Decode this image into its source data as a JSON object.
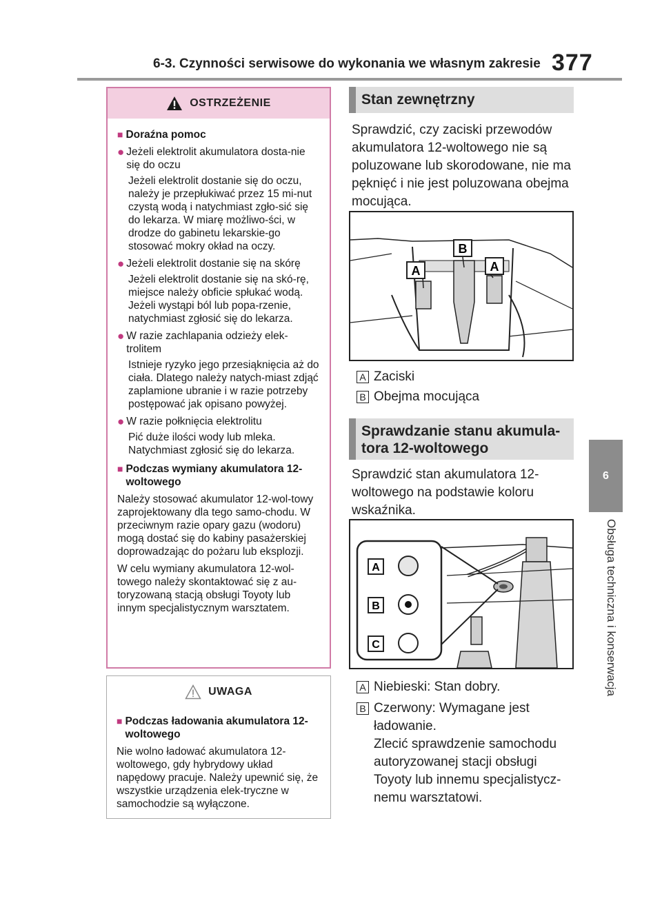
{
  "header": {
    "title": "6-3. Czynności serwisowe do wykonania we własnym zakresie",
    "page_number": "377"
  },
  "side": {
    "chapter_number": "6",
    "chapter_label": "Obsługa techniczna i konserwacja"
  },
  "warning": {
    "title": "OSTRZEŻENIE",
    "section1_title": "Doraźna pomoc",
    "b1_title": "Jeżeli elektrolit akumulatora dosta-nie się do oczu",
    "b1_text": "Jeżeli elektrolit dostanie się do oczu, należy je przepłukiwać przez 15 mi-nut czystą wodą i natychmiast zgło-sić się do lekarza. W miarę możliwo-ści, w drodze do gabinetu lekarskie-go stosować mokry okład na oczy.",
    "b2_title": "Jeżeli elektrolit dostanie się na skórę",
    "b2_text": "Jeżeli elektrolit dostanie się na skó-rę, miejsce należy obficie spłukać wodą. Jeżeli wystąpi ból lub popa-rzenie, natychmiast zgłosić się do lekarza.",
    "b3_title": "W razie zachlapania odzieży elek-trolitem",
    "b3_text": "Istnieje ryzyko jego przesiąknięcia aż do ciała. Dlatego należy natych-miast zdjąć zaplamione ubranie i w razie potrzeby postępować jak opisano powyżej.",
    "b4_title": "W razie połknięcia elektrolitu",
    "b4_text": "Pić duże ilości wody lub mleka. Natychmiast zgłosić się do lekarza.",
    "section2_title": "Podczas wymiany akumulatora 12-woltowego",
    "para1": "Należy stosować akumulator 12-wol-towy zaprojektowany dla tego samo-chodu. W przeciwnym razie opary gazu (wodoru) mogą dostać się do kabiny pasażerskiej doprowadzając do pożaru lub eksplozji.",
    "para2": "W celu wymiany akumulatora 12-wol-towego należy skontaktować się z au-toryzowaną stacją obsługi Toyoty lub innym specjalistycznym warsztatem."
  },
  "notice": {
    "title": "UWAGA",
    "section_title": "Podczas ładowania akumulatora 12-woltowego",
    "text": "Nie wolno ładować akumulatora 12-woltowego, gdy hybrydowy układ napędowy pracuje. Należy upewnić się, że wszystkie urządzenia elek-tryczne w samochodzie są wyłączone."
  },
  "section1": {
    "title": "Stan zewnętrzny",
    "text": "Sprawdzić, czy zaciski przewodów akumulatora 12-woltowego nie są poluzowane lub skorodowane, nie ma pęknięć i nie jest poluzowana obejma mocująca.",
    "figure_labels": {
      "a": "A",
      "b": "B"
    },
    "legend": [
      {
        "key": "A",
        "text": "Zaciski"
      },
      {
        "key": "B",
        "text": "Obejma mocująca"
      }
    ]
  },
  "section2": {
    "title": "Sprawdzanie stanu akumula-tora 12-woltowego",
    "text": "Sprawdzić stan akumulatora 12-woltowego na podstawie koloru wskaźnika.",
    "figure_labels": {
      "a": "A",
      "b": "B",
      "c": "C"
    },
    "legend": [
      {
        "key": "A",
        "text": "Niebieski: Stan dobry."
      },
      {
        "key": "B",
        "text": "Czerwony: Wymagane jest ładowanie.",
        "sub": "Zlecić sprawdzenie samochodu autoryzowanej stacji obsługi Toyoty lub innemu specjalistycz-nemu warsztatowi."
      }
    ]
  },
  "colors": {
    "warning_accent": "#c0397f",
    "warning_border": "#d07aa6",
    "warning_header_bg": "#f3cfe0",
    "section_bar_bg": "#dedede",
    "section_bar_accent": "#8c8c8c"
  }
}
